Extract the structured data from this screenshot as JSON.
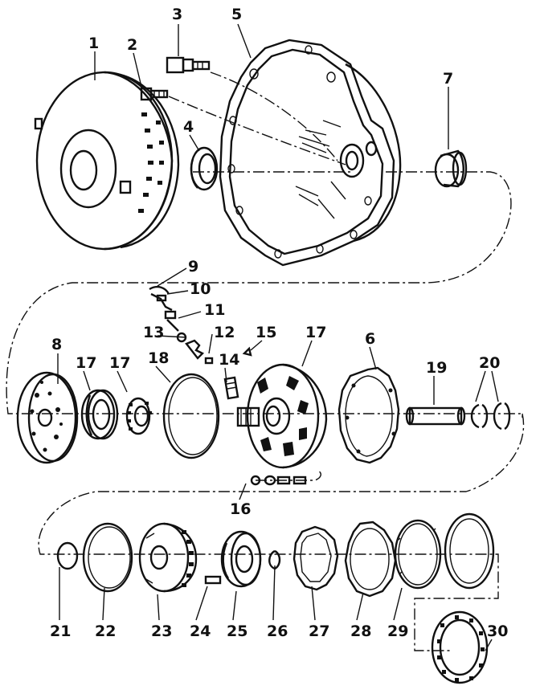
{
  "labels": [
    "1",
    "2",
    "3",
    "4",
    "5",
    "6",
    "7",
    "8",
    "9",
    "10",
    "11",
    "12",
    "13",
    "14",
    "15",
    "16",
    "17",
    "17",
    "17",
    "18",
    "19",
    "20",
    "21",
    "22",
    "23",
    "24",
    "25",
    "26",
    "27",
    "28",
    "29",
    "30"
  ]
}
